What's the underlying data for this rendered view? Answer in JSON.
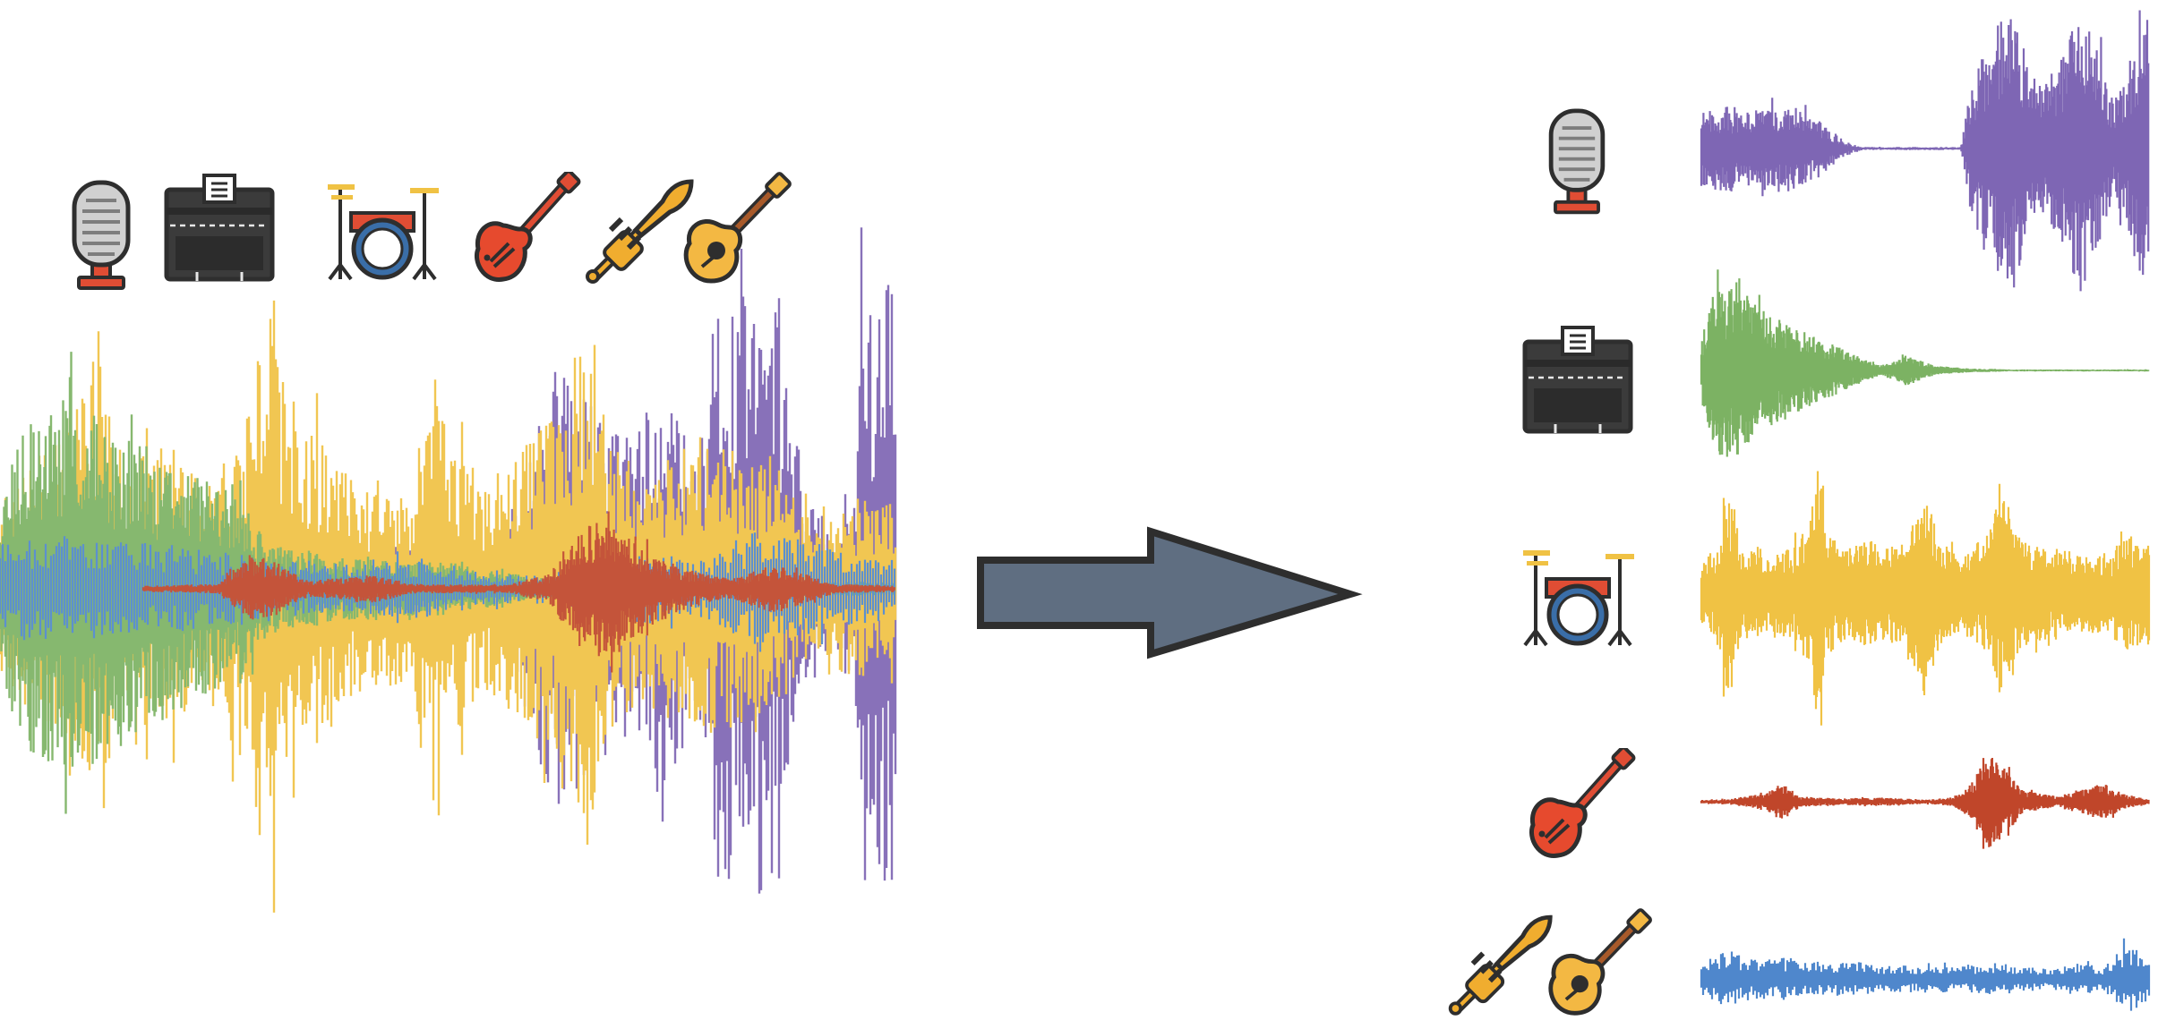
{
  "colors": {
    "vocals": "#7e66b4",
    "piano": "#7cb263",
    "drums": "#f0c244",
    "bass": "#c0462a",
    "other": "#4f87cc",
    "arrow_fill": "#5f6e81",
    "arrow_stroke": "#2e2e2e",
    "icon_outline": "#2e2e2e",
    "guitar_red": "#e64a2e",
    "brass": "#f0ad2f",
    "acoustic": "#f3b843",
    "drum_red": "#e04d34",
    "drum_blue": "#3a6ea8",
    "steel": "#c9c9c9",
    "piano_body": "#3b3b3b"
  },
  "input_mixture": {
    "icons": [
      "microphone-icon",
      "piano-icon",
      "drum-kit-icon",
      "electric-guitar-icon",
      "trumpet-icon",
      "acoustic-guitar-icon"
    ],
    "layers": [
      "vocals",
      "drums",
      "piano",
      "other",
      "bass"
    ]
  },
  "arrow": {
    "icon": "right-arrow-icon"
  },
  "separated_stems": [
    {
      "key": "vocals",
      "icons": [
        "microphone-icon"
      ]
    },
    {
      "key": "piano",
      "icons": [
        "piano-icon"
      ]
    },
    {
      "key": "drums",
      "icons": [
        "drum-kit-icon"
      ]
    },
    {
      "key": "bass",
      "icons": [
        "electric-guitar-icon"
      ]
    },
    {
      "key": "other",
      "icons": [
        "trumpet-icon",
        "acoustic-guitar-icon"
      ]
    }
  ]
}
